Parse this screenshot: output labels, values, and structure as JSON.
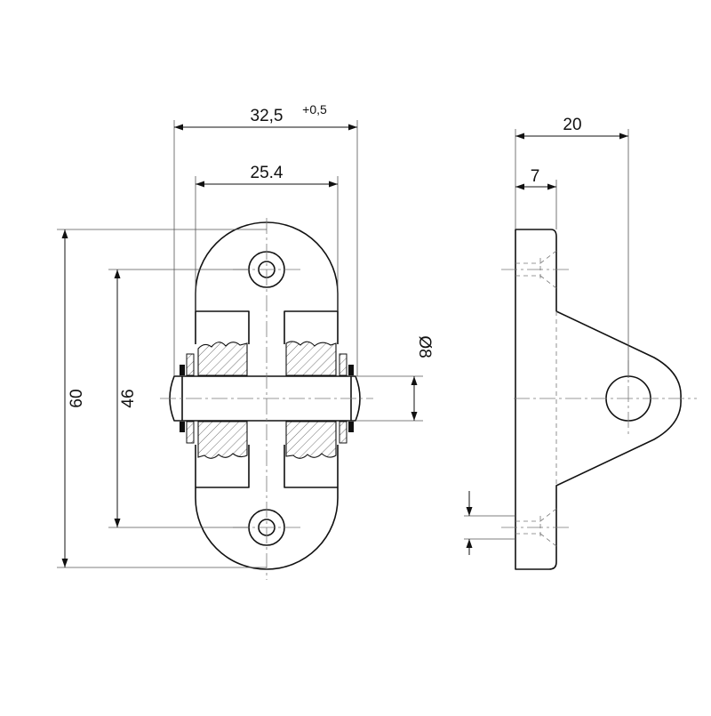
{
  "drawing": {
    "dims": {
      "overall_width": "32,5",
      "overall_width_tolerance": "+0,5",
      "inner_width": "25.4",
      "side_depth": "20",
      "side_flange": "7",
      "overall_height": "60",
      "hole_spacing": "46",
      "pin_diameter": "Ø8"
    }
  }
}
